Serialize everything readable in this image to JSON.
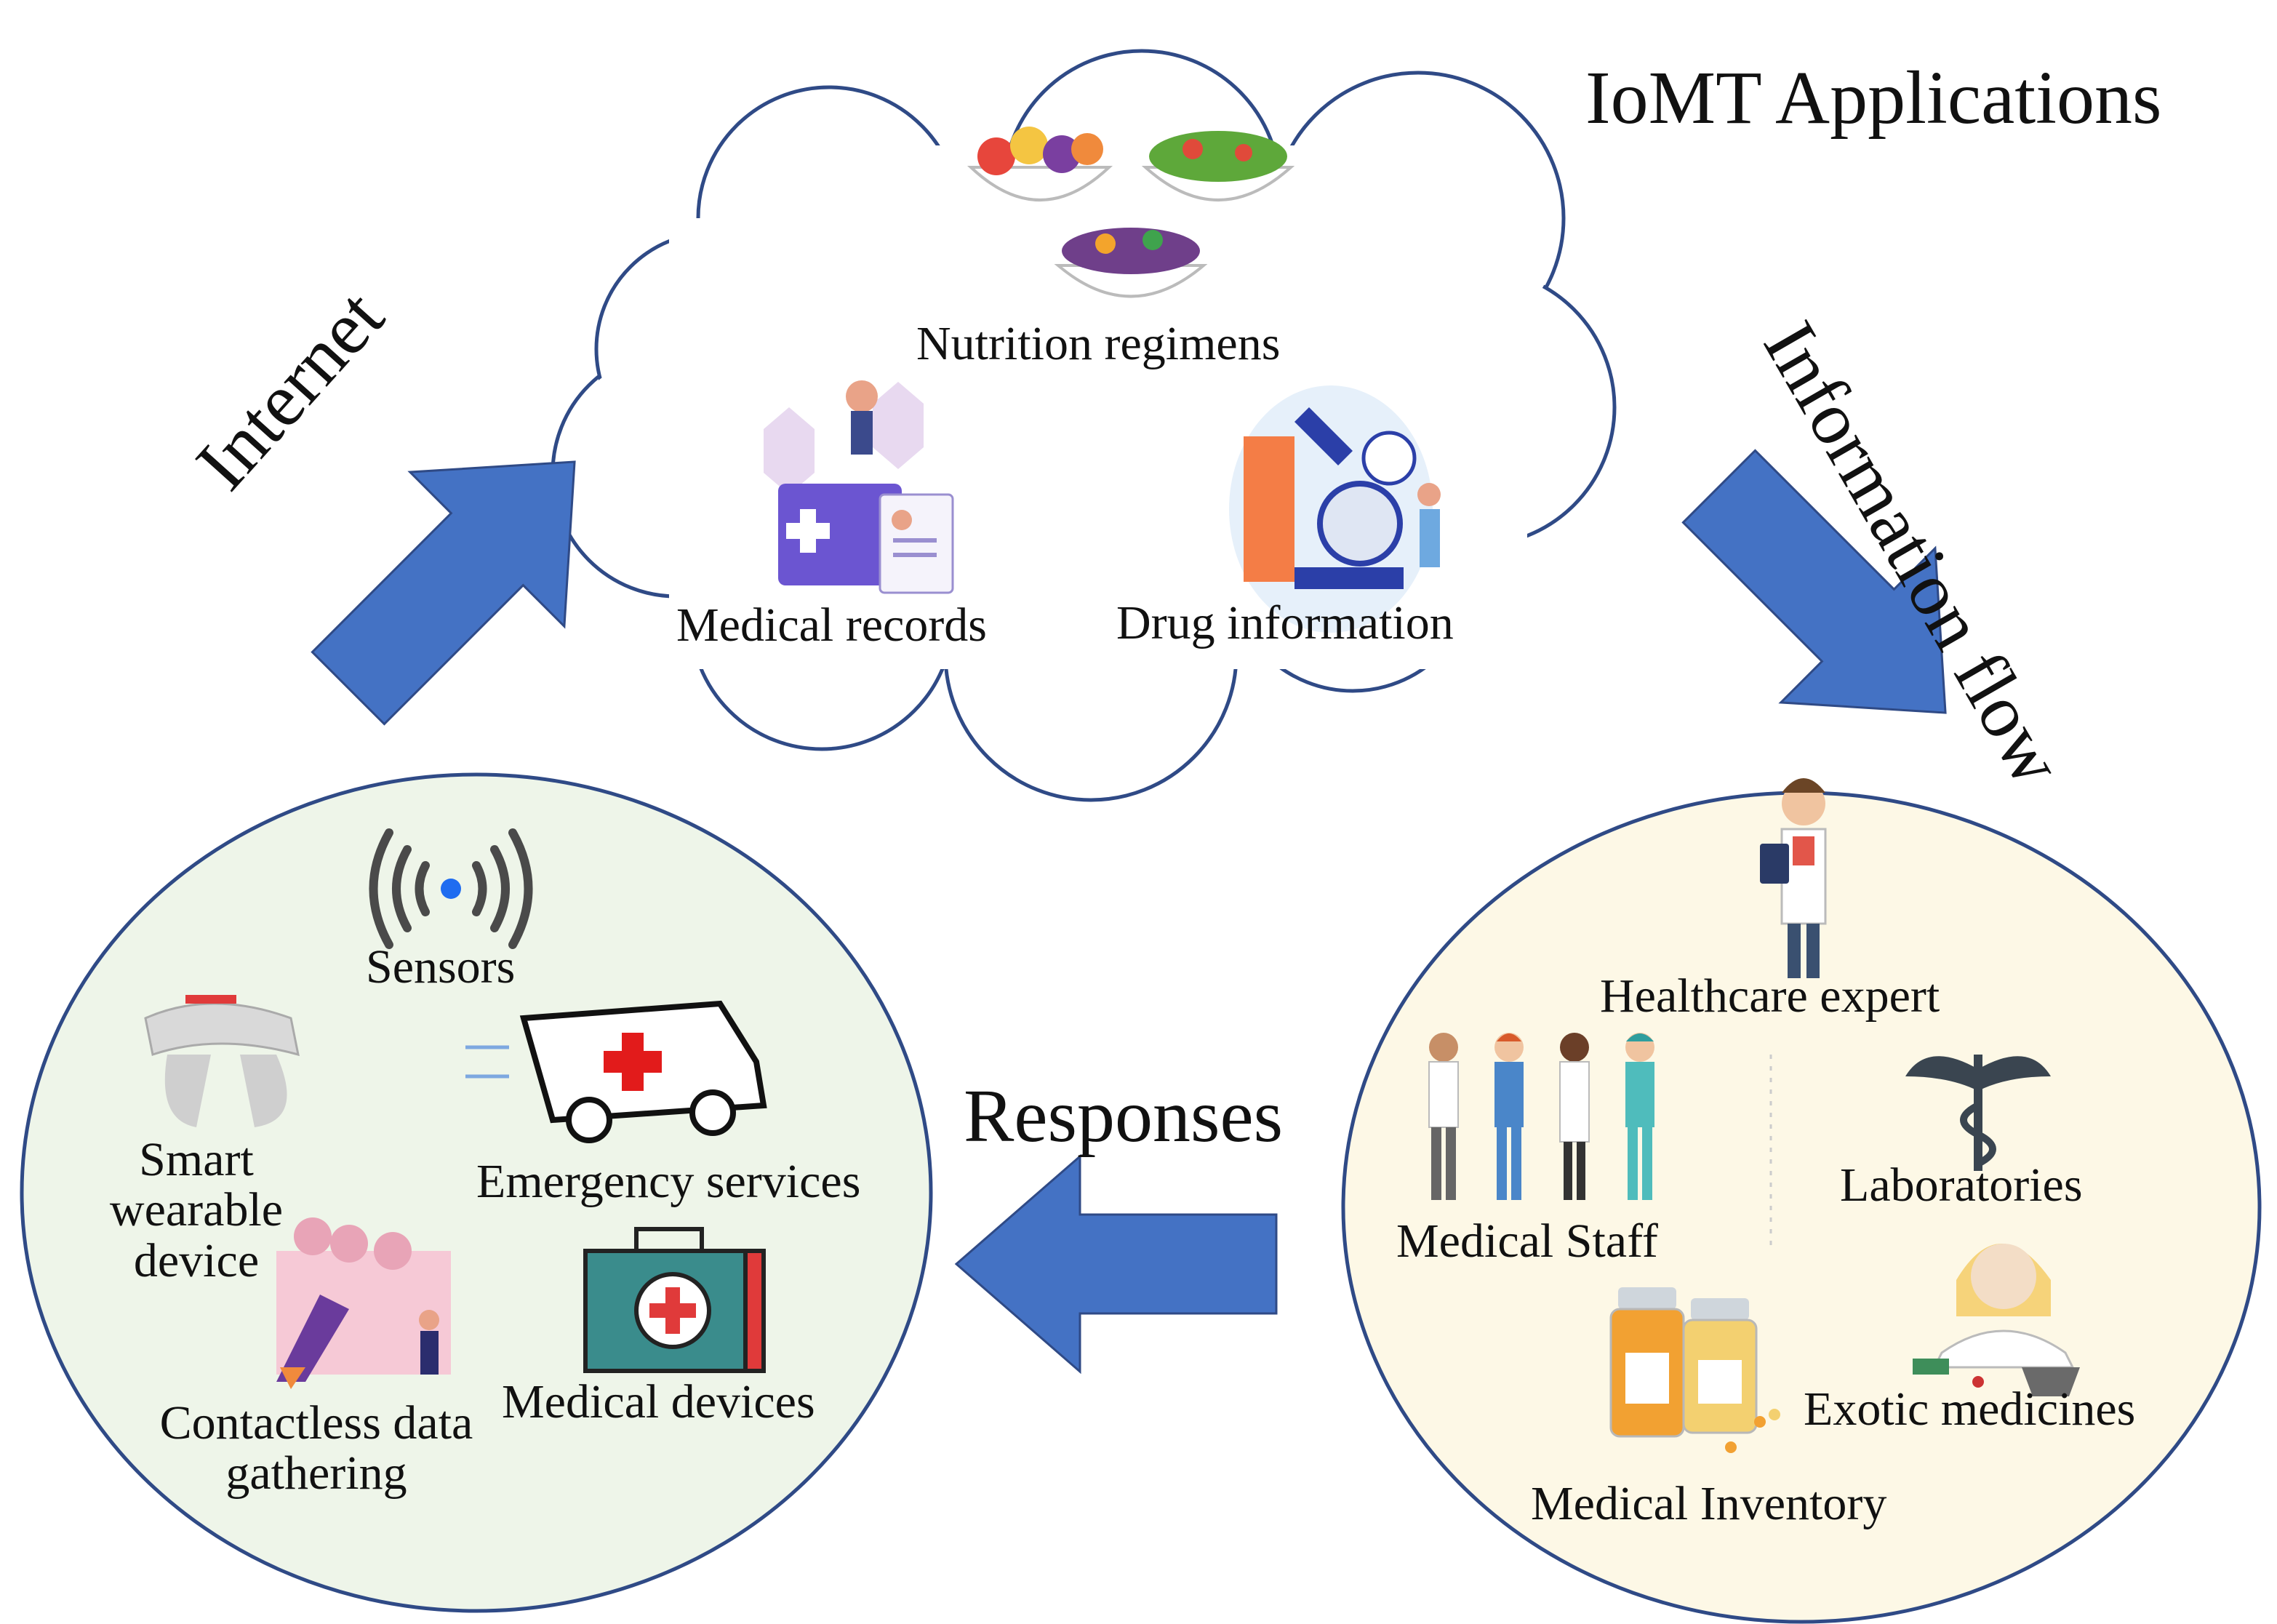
{
  "title": "IoMT Applications",
  "arrows": {
    "internet": "Internet",
    "information_flow": "Information flow",
    "responses": "Responses"
  },
  "cloud": {
    "nutrition": "Nutrition regimens",
    "medical_records": "Medical records",
    "drug_information": "Drug information"
  },
  "devices": {
    "sensors": "Sensors",
    "smart_wearable": "Smart wearable device",
    "emergency": "Emergency services",
    "contactless": "Contactless data gathering",
    "medical_devices": "Medical devices"
  },
  "healthcare": {
    "expert": "Healthcare expert",
    "staff": "Medical Staff",
    "laboratories": "Laboratories",
    "exotic": "Exotic medicines",
    "inventory": "Medical Inventory"
  },
  "colors": {
    "arrow": "#4472c4",
    "outline": "#2f4a86",
    "device_fill": "#eef5e9",
    "healthcare_fill": "#fdf8e6"
  },
  "icons": [
    "salad-bowl-icon",
    "medical-record-icon",
    "microscope-icon",
    "wireless-signal-icon",
    "ring-wearable-icon",
    "ambulance-icon",
    "telemedicine-icon",
    "first-aid-kit-icon",
    "doctor-icon",
    "medical-staff-icon",
    "caduceus-icon",
    "pharmacist-icon",
    "pill-bottles-icon"
  ]
}
